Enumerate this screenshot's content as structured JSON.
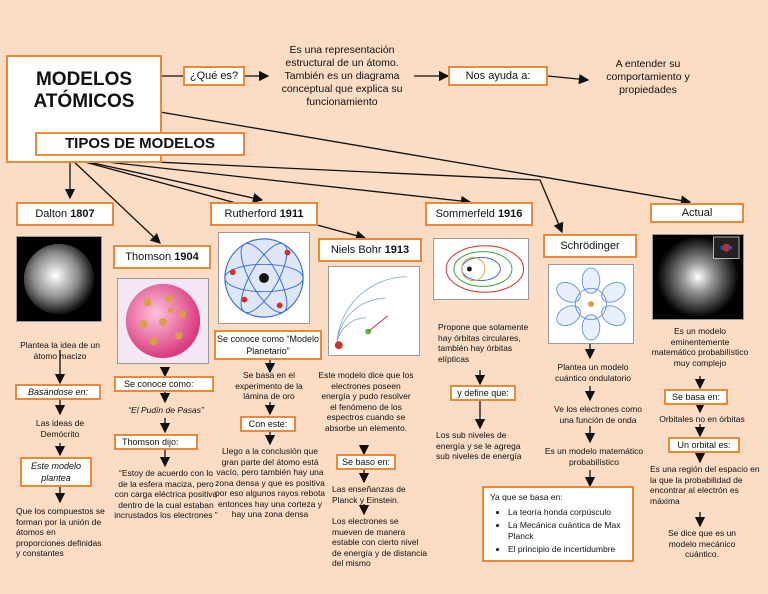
{
  "title": {
    "line1": "MODELOS",
    "line2": "ATÓMICOS"
  },
  "types_title": "TIPOS DE MODELOS",
  "question": "¿Qué es?",
  "definition": "Es una representación estructural de un átomo. También es un diagrama conceptual que explica su funcionamiento",
  "helps": "Nos ayuda a:",
  "helps_result": "A entender su comportamiento y propiedades",
  "models": {
    "dalton": {
      "name": "Dalton",
      "year": "1807"
    },
    "thomson": {
      "name": "Thomson",
      "year": "1904"
    },
    "rutherford": {
      "name": "Rutherford",
      "year": "1911"
    },
    "bohr": {
      "name": "Niels Bohr",
      "year": "1913"
    },
    "sommerfeld": {
      "name": "Sommerfeld",
      "year": "1916"
    },
    "schrodinger": {
      "name": "Schrödinger"
    },
    "actual": {
      "name": "Actual"
    }
  },
  "dalton": {
    "t1": "Plantea la idea de un átomo macizo",
    "l1": "Basándose en:",
    "t2": "Las ideas de Demócrito",
    "l2": "Este modelo plantea",
    "t3": "Que los  compuestos se forman por la unión de átomos en proporciones definidas y constantes"
  },
  "thomson": {
    "l1": "Se conoce como:",
    "t1": "“El Pudín de Pasas”",
    "l2": "Thomson dijo:",
    "t2": "“Estoy de acuerdo con lo de la esfera maciza, pero con carga eléctrica positiva dentro de la cual estaban incrustados los electrones ”"
  },
  "rutherford": {
    "l1": "Se conoce como “Modelo Planetario”",
    "t1": "Se basa en el experimento de la lámina de oro",
    "l2": "Con este:",
    "t2": "Llego a la conclusión que gran parte del átomo está vacío, pero también hay una zona densa y que es positiva por eso algunos rayos rebota entonces hay una corteza y hay una zona densa"
  },
  "bohr": {
    "t1": "Este modelo dice que los electrones poseen energía y pudo resolver el fenómeno de los espectros cuando se absorbe un elemento.",
    "l1": "Se baso en:",
    "t2": "Las enseñanzas de Planck y Einstein.",
    "t3": "Los electrones se mueven de manera estable con cierto nivel de energía y de distancia del mismo"
  },
  "sommerfeld": {
    "t1": "Propone que solamente hay órbitas circulares, también hay órbitas elípticas",
    "l1": "y define que:",
    "t2": "Los sub niveles de energía y se le agrega sub niveles de energía"
  },
  "schrodinger": {
    "t1": "Plantea un modelo cuántico ondulatorio",
    "t2": "Ve los electrones como una función de onda",
    "t3": "Es un modelo matemático probabilístico",
    "list_title": "Ya que se basa en:",
    "items": [
      "La teoría honda corpúsculo",
      "La Mecánica cuántica de Max Planck",
      "El principio de incertidumbre"
    ]
  },
  "actual": {
    "t1": "Es un modelo eminentemente matemático probabilístico muy complejo",
    "l1": "Se basa en:",
    "t2": "Orbitales no en órbitas",
    "l2": "Un orbital es:",
    "t3": "Es una región del espacio en la que la probabilidad de encontrar al electrón es máxima",
    "t4": "Se dice que es un modelo  mecánico cuántico."
  },
  "colors": {
    "background": "#fbdcc4",
    "border": "#e88a3a"
  }
}
